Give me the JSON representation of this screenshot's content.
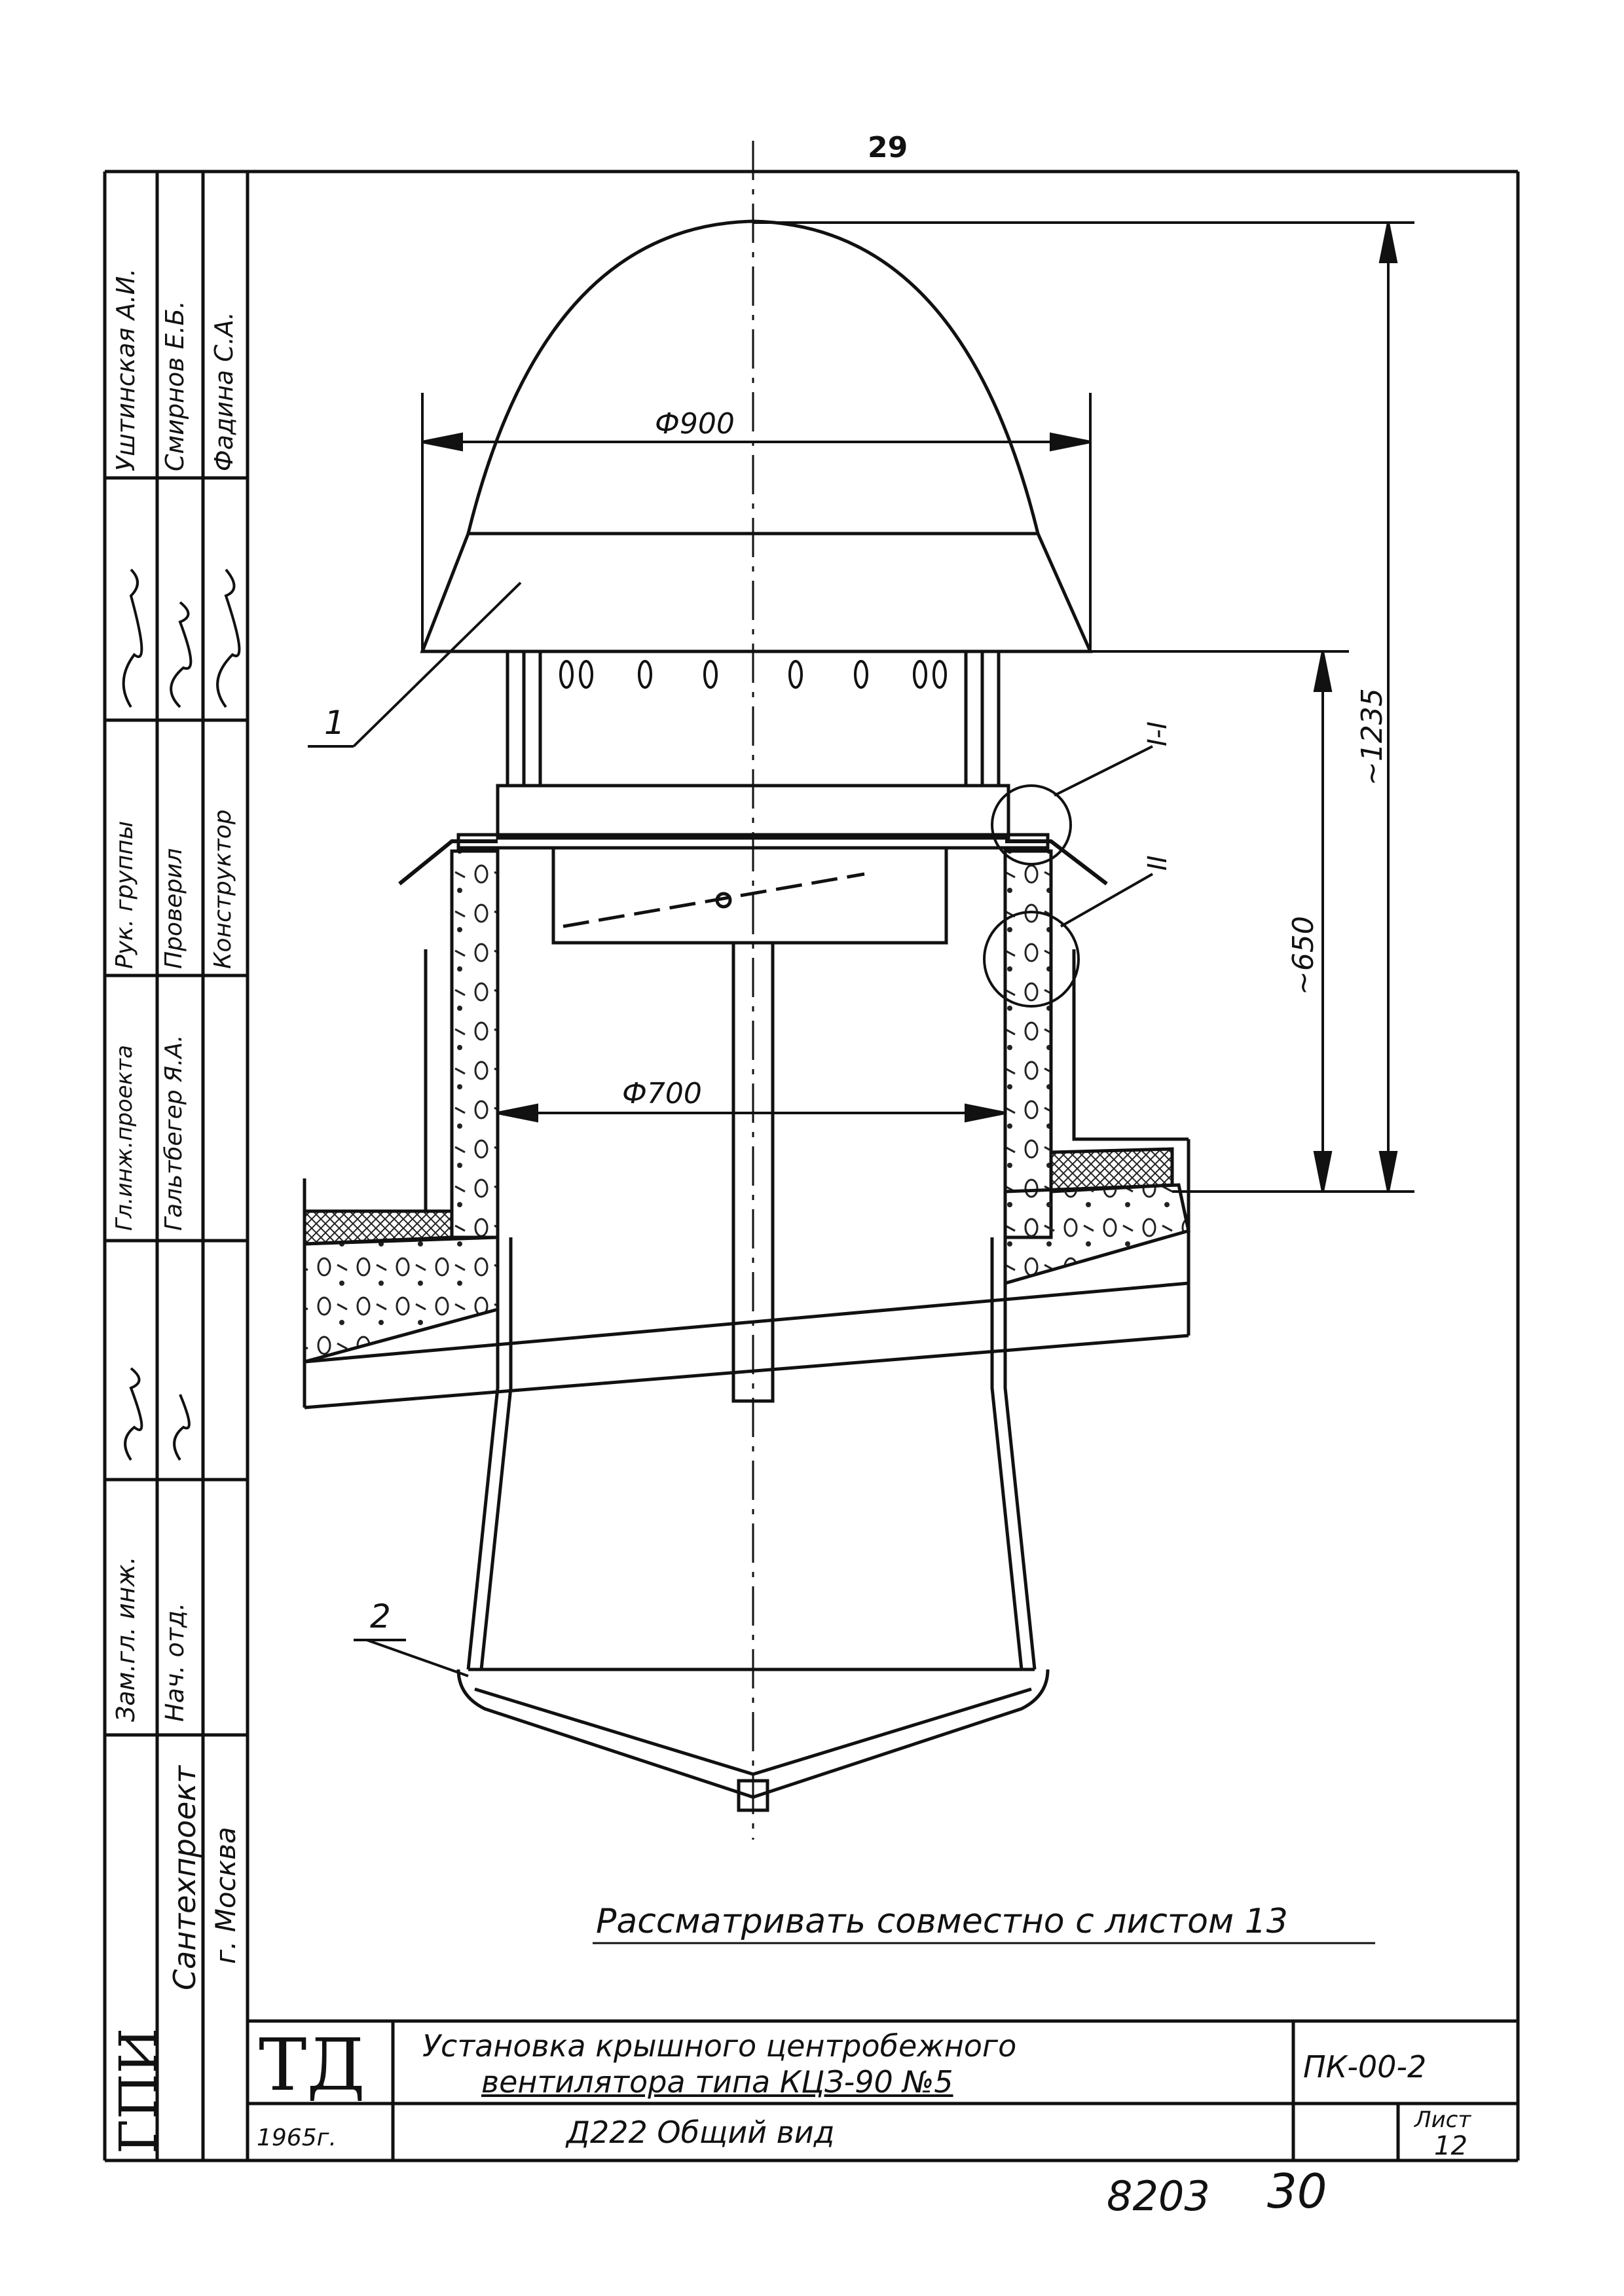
{
  "page_number": "29",
  "sheet_stamp": {
    "number": "8203",
    "page": "30"
  },
  "note": "Рассматривать совместно с листом 13",
  "dimensions": {
    "hood_diameter": "Ф900",
    "pipe_diameter": "Ф700",
    "height_total": "~1235",
    "height_lower": "~650"
  },
  "callouts": {
    "item1": "1",
    "item2": "2",
    "node1": "I-I",
    "node2": "II"
  },
  "title_block": {
    "org_short": "ТД",
    "year": "1965г.",
    "title_line1": "Установка крышного центробежного",
    "title_line2": "вентилятора типа КЦЗ-90 №5",
    "subtitle": "Д222 Общий вид",
    "code": "ПК-00-2",
    "sheet_label": "Лист",
    "sheet_number": "12"
  },
  "side_block": {
    "institute": "ГПИ",
    "institute_name": "Сантехпроект",
    "city": "г. Москва",
    "rows": [
      {
        "role": "Зам.гл. инж.",
        "name": "",
        "signed": true
      },
      {
        "role": "Нач. отд.",
        "name": "",
        "signed": true
      },
      {
        "role": "Гл.инж.проекта",
        "name": "Гальтбегер Я.А.",
        "signed": false
      },
      {
        "role": "Рук. группы",
        "name": "Проверил",
        "signed": false
      },
      {
        "role": "Конструктор",
        "name": "",
        "signed": true
      },
      {
        "role": "",
        "name": "Уштинская А.И.",
        "signed": true
      },
      {
        "role": "",
        "name": "Смирнов Е.Б.",
        "signed": true
      },
      {
        "role": "",
        "name": "Фадина С.А.",
        "signed": true
      }
    ]
  }
}
